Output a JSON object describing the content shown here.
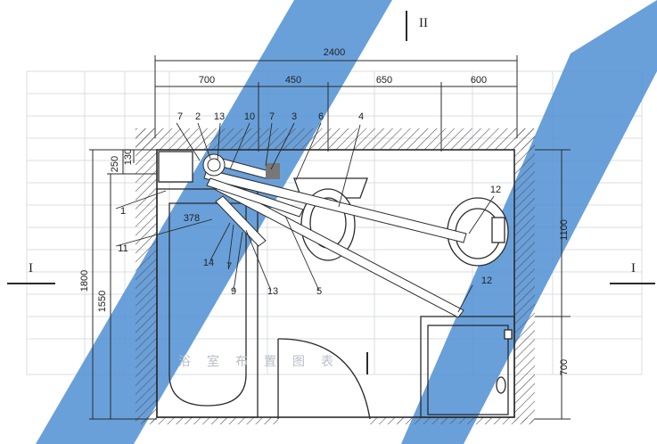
{
  "dimensions": {
    "overall": "2400",
    "segments": [
      "700",
      "450",
      "650",
      "600"
    ],
    "left_outer": "1800",
    "left_inner": "1550",
    "left_top_a": "250",
    "left_top_b": "130",
    "right_upper": "1100",
    "right_lower": "700"
  },
  "section_marks": {
    "top": "II",
    "left": "I",
    "right": "I"
  },
  "callouts": [
    "7",
    "2",
    "13",
    "10",
    "7",
    "3",
    "6",
    "4",
    "12",
    "1",
    "378",
    "11",
    "14",
    "7",
    "9",
    "13",
    "5",
    "12"
  ],
  "watermark_text": [
    "浴",
    "室",
    "布",
    "置",
    "图",
    "表"
  ],
  "colors": {
    "accent_band": "#4f8fd3",
    "line": "#2b2b2b",
    "hatch": "#555555"
  }
}
